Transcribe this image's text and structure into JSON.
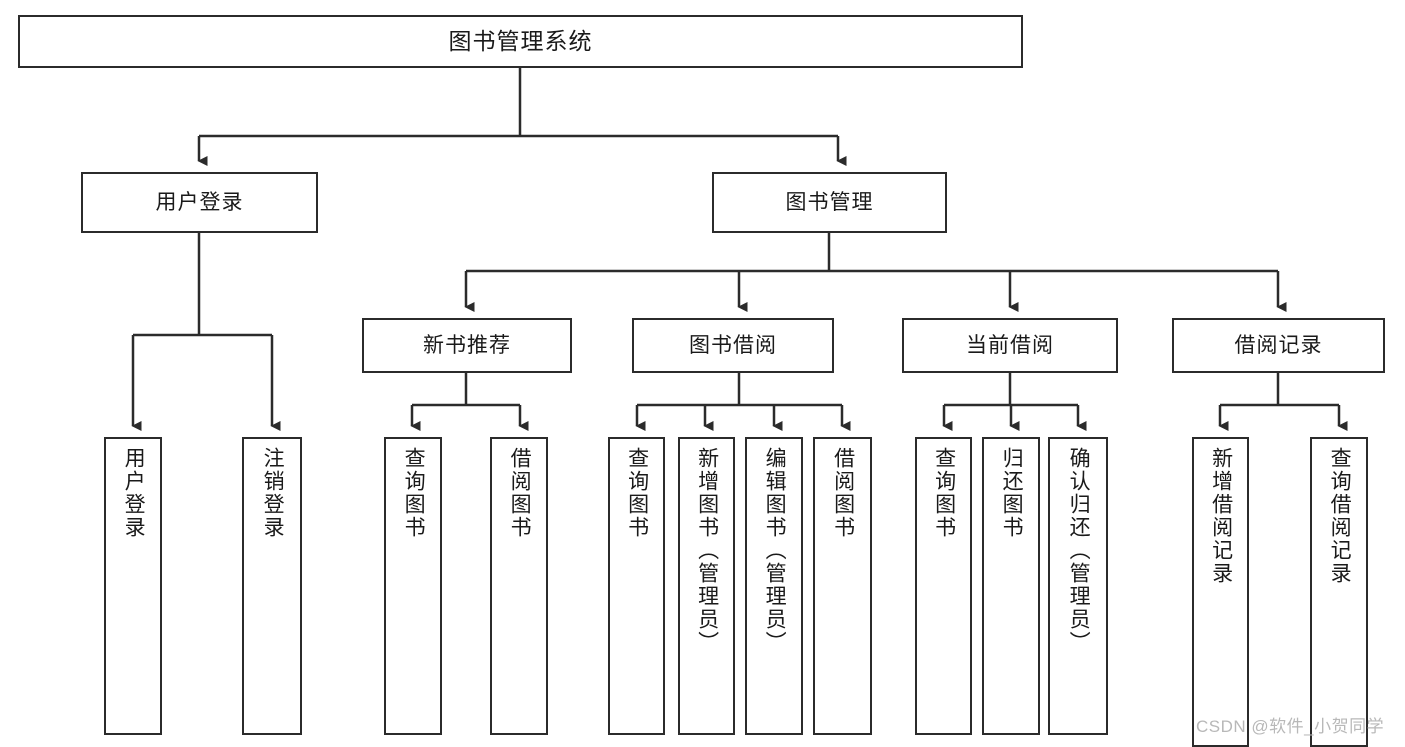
{
  "diagram": {
    "type": "tree",
    "title": "图书管理系统",
    "orientation": "top-down",
    "colors": {
      "box_border": "#2b2b2b",
      "box_fill": "#ffffff",
      "edge": "#2b2b2b",
      "text": "#1a1a1a",
      "watermark": "#b8b8b8"
    },
    "root": {
      "label": "图书管理系统"
    },
    "level2": [
      {
        "label": "用户登录"
      },
      {
        "label": "图书管理"
      }
    ],
    "level3": [
      {
        "label": "新书推荐"
      },
      {
        "label": "图书借阅"
      },
      {
        "label": "当前借阅"
      },
      {
        "label": "借阅记录"
      }
    ],
    "leaves": {
      "user_login": [
        {
          "label": "用户登录"
        },
        {
          "label": "注销登录"
        }
      ],
      "new_book_recommend": [
        {
          "label": "查询图书"
        },
        {
          "label": "借阅图书"
        }
      ],
      "book_borrow": [
        {
          "label": "查询图书"
        },
        {
          "label": "新增图书（管理员）"
        },
        {
          "label": "编辑图书（管理员）"
        },
        {
          "label": "借阅图书"
        }
      ],
      "current_borrow": [
        {
          "label": "查询图书"
        },
        {
          "label": "归还图书"
        },
        {
          "label": "确认归还（管理员）"
        }
      ],
      "borrow_record": [
        {
          "label": "新增借阅记录"
        },
        {
          "label": "查询借阅记录"
        }
      ]
    }
  },
  "watermark": {
    "text": "CSDN @软件_小贺同学"
  }
}
